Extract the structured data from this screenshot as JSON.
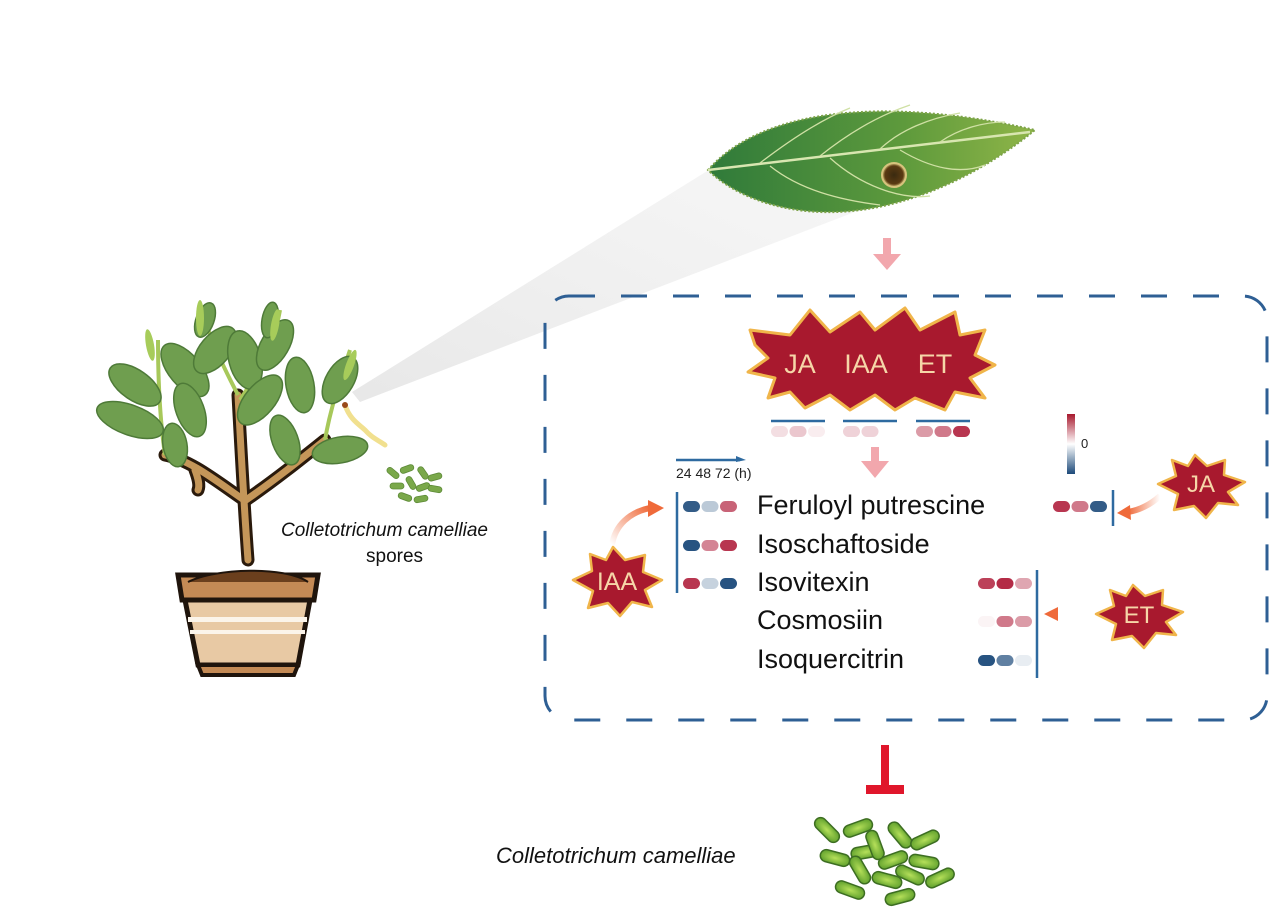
{
  "figure": {
    "plant_label": {
      "species": "Colletotrichum camelliae",
      "suffix": "spores"
    },
    "pathogen_label": "Colletotrichum camelliae",
    "hormone_cluster": {
      "labels": [
        "JA",
        "IAA",
        "ET"
      ],
      "heat_groups": [
        {
          "hormone": "JA",
          "values": [
            0.15,
            0.25,
            0.08
          ]
        },
        {
          "hormone": "IAA",
          "values": [
            0.2,
            0.2
          ]
        },
        {
          "hormone": "ET",
          "values": [
            0.45,
            0.6,
            0.9
          ]
        }
      ]
    },
    "timepoints_label": "24 48 72 (h)",
    "colorbar": {
      "label": "0",
      "high_color": "#b0203c",
      "mid_color": "#ffffff",
      "low_color": "#1c4a7a"
    },
    "metabolites": [
      {
        "name": "Feruloyl putrescine",
        "iaa": [
          -0.9,
          -0.3,
          0.7
        ],
        "ja": [
          0.9,
          0.6,
          -0.9
        ]
      },
      {
        "name": "Isoschaftoside",
        "iaa": [
          -0.95,
          0.55,
          0.9
        ]
      },
      {
        "name": "Isovitexin",
        "iaa": [
          0.9,
          -0.25,
          -0.95
        ],
        "et": [
          0.85,
          0.95,
          0.4
        ]
      },
      {
        "name": "Cosmosiin",
        "et": [
          0.05,
          0.6,
          0.45
        ]
      },
      {
        "name": "Isoquercitrin",
        "et": [
          -0.95,
          -0.7,
          -0.1
        ]
      }
    ],
    "side_hormones": {
      "left": "IAA",
      "right_top": "JA",
      "right_bottom": "ET"
    },
    "colors": {
      "box_dash": "#2e5f94",
      "starburst_fill": "#a8192e",
      "starburst_edge": "#f0b54a",
      "flow_arrow": "#f2a7ad",
      "activation_arrow": "#ef6a3a",
      "inhibition": "#e0162b",
      "bracket": "#2e6aa0"
    }
  }
}
